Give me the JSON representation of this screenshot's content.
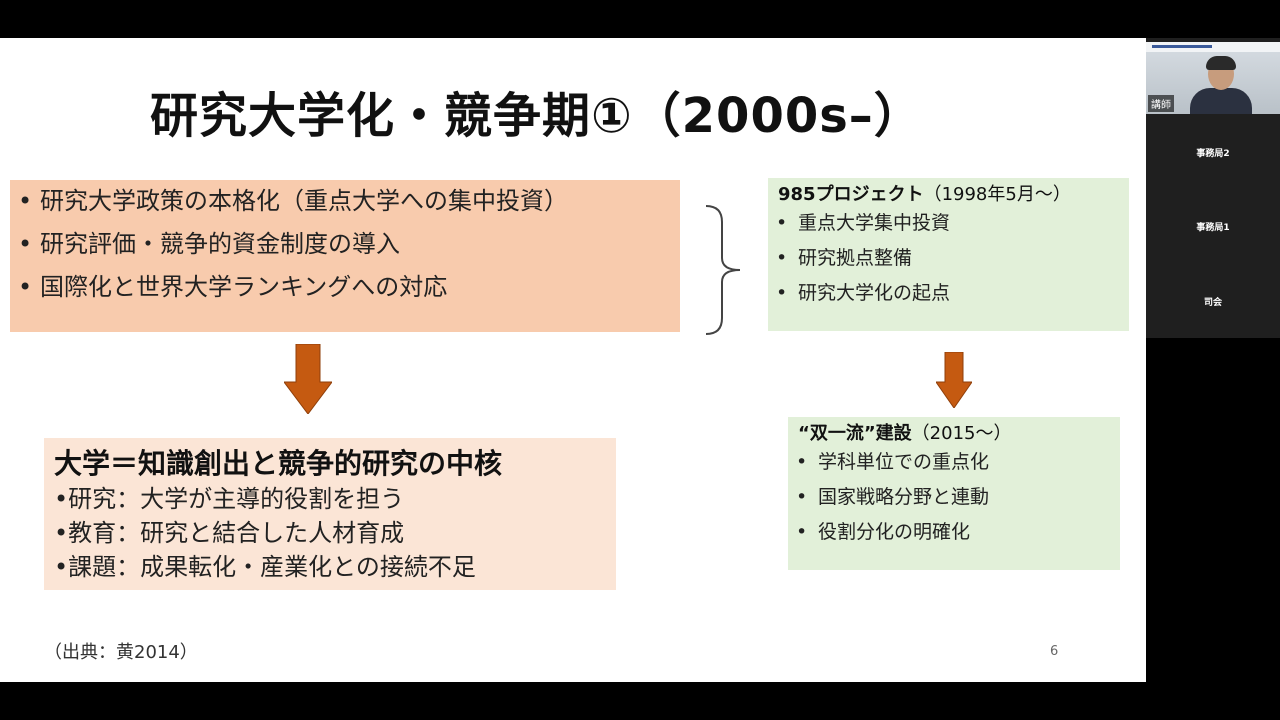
{
  "slide": {
    "title": "研究大学化・競争期①（2000s–）",
    "box_a": {
      "items": [
        "研究大学政策の本格化（重点大学への集中投資）",
        "研究評価・競争的資金制度の導入",
        "国際化と世界大学ランキングへの対応"
      ]
    },
    "box_b": {
      "heading": "大学＝知識創出と競争的研究の中核",
      "rows": [
        "•研究：大学が主導的役割を担う",
        "•教育：研究と結合した人材育成",
        "•課題：成果転化・産業化との接続不足"
      ]
    },
    "box_c": {
      "heading_bold": "985プロジェクト",
      "heading_rest": "（1998年5月～）",
      "items": [
        "重点大学集中投資",
        "研究拠点整備",
        "研究大学化の起点"
      ]
    },
    "box_d": {
      "heading_bold": "“双一流”建設",
      "heading_rest": "（2015～）",
      "items": [
        "学科単位での重点化",
        "国家戦略分野と連動",
        "役割分化の明確化"
      ]
    },
    "source": "（出典：黄2014）",
    "page_number": "6"
  },
  "participants": [
    {
      "name": "講師"
    },
    {
      "name": "事務局2"
    },
    {
      "name": "事務局1"
    },
    {
      "name": "司会"
    }
  ],
  "colors": {
    "box_a": "#f8cbad",
    "box_b": "#fbe5d6",
    "box_green": "#e2f0d9",
    "arrow": "#c55a11"
  }
}
